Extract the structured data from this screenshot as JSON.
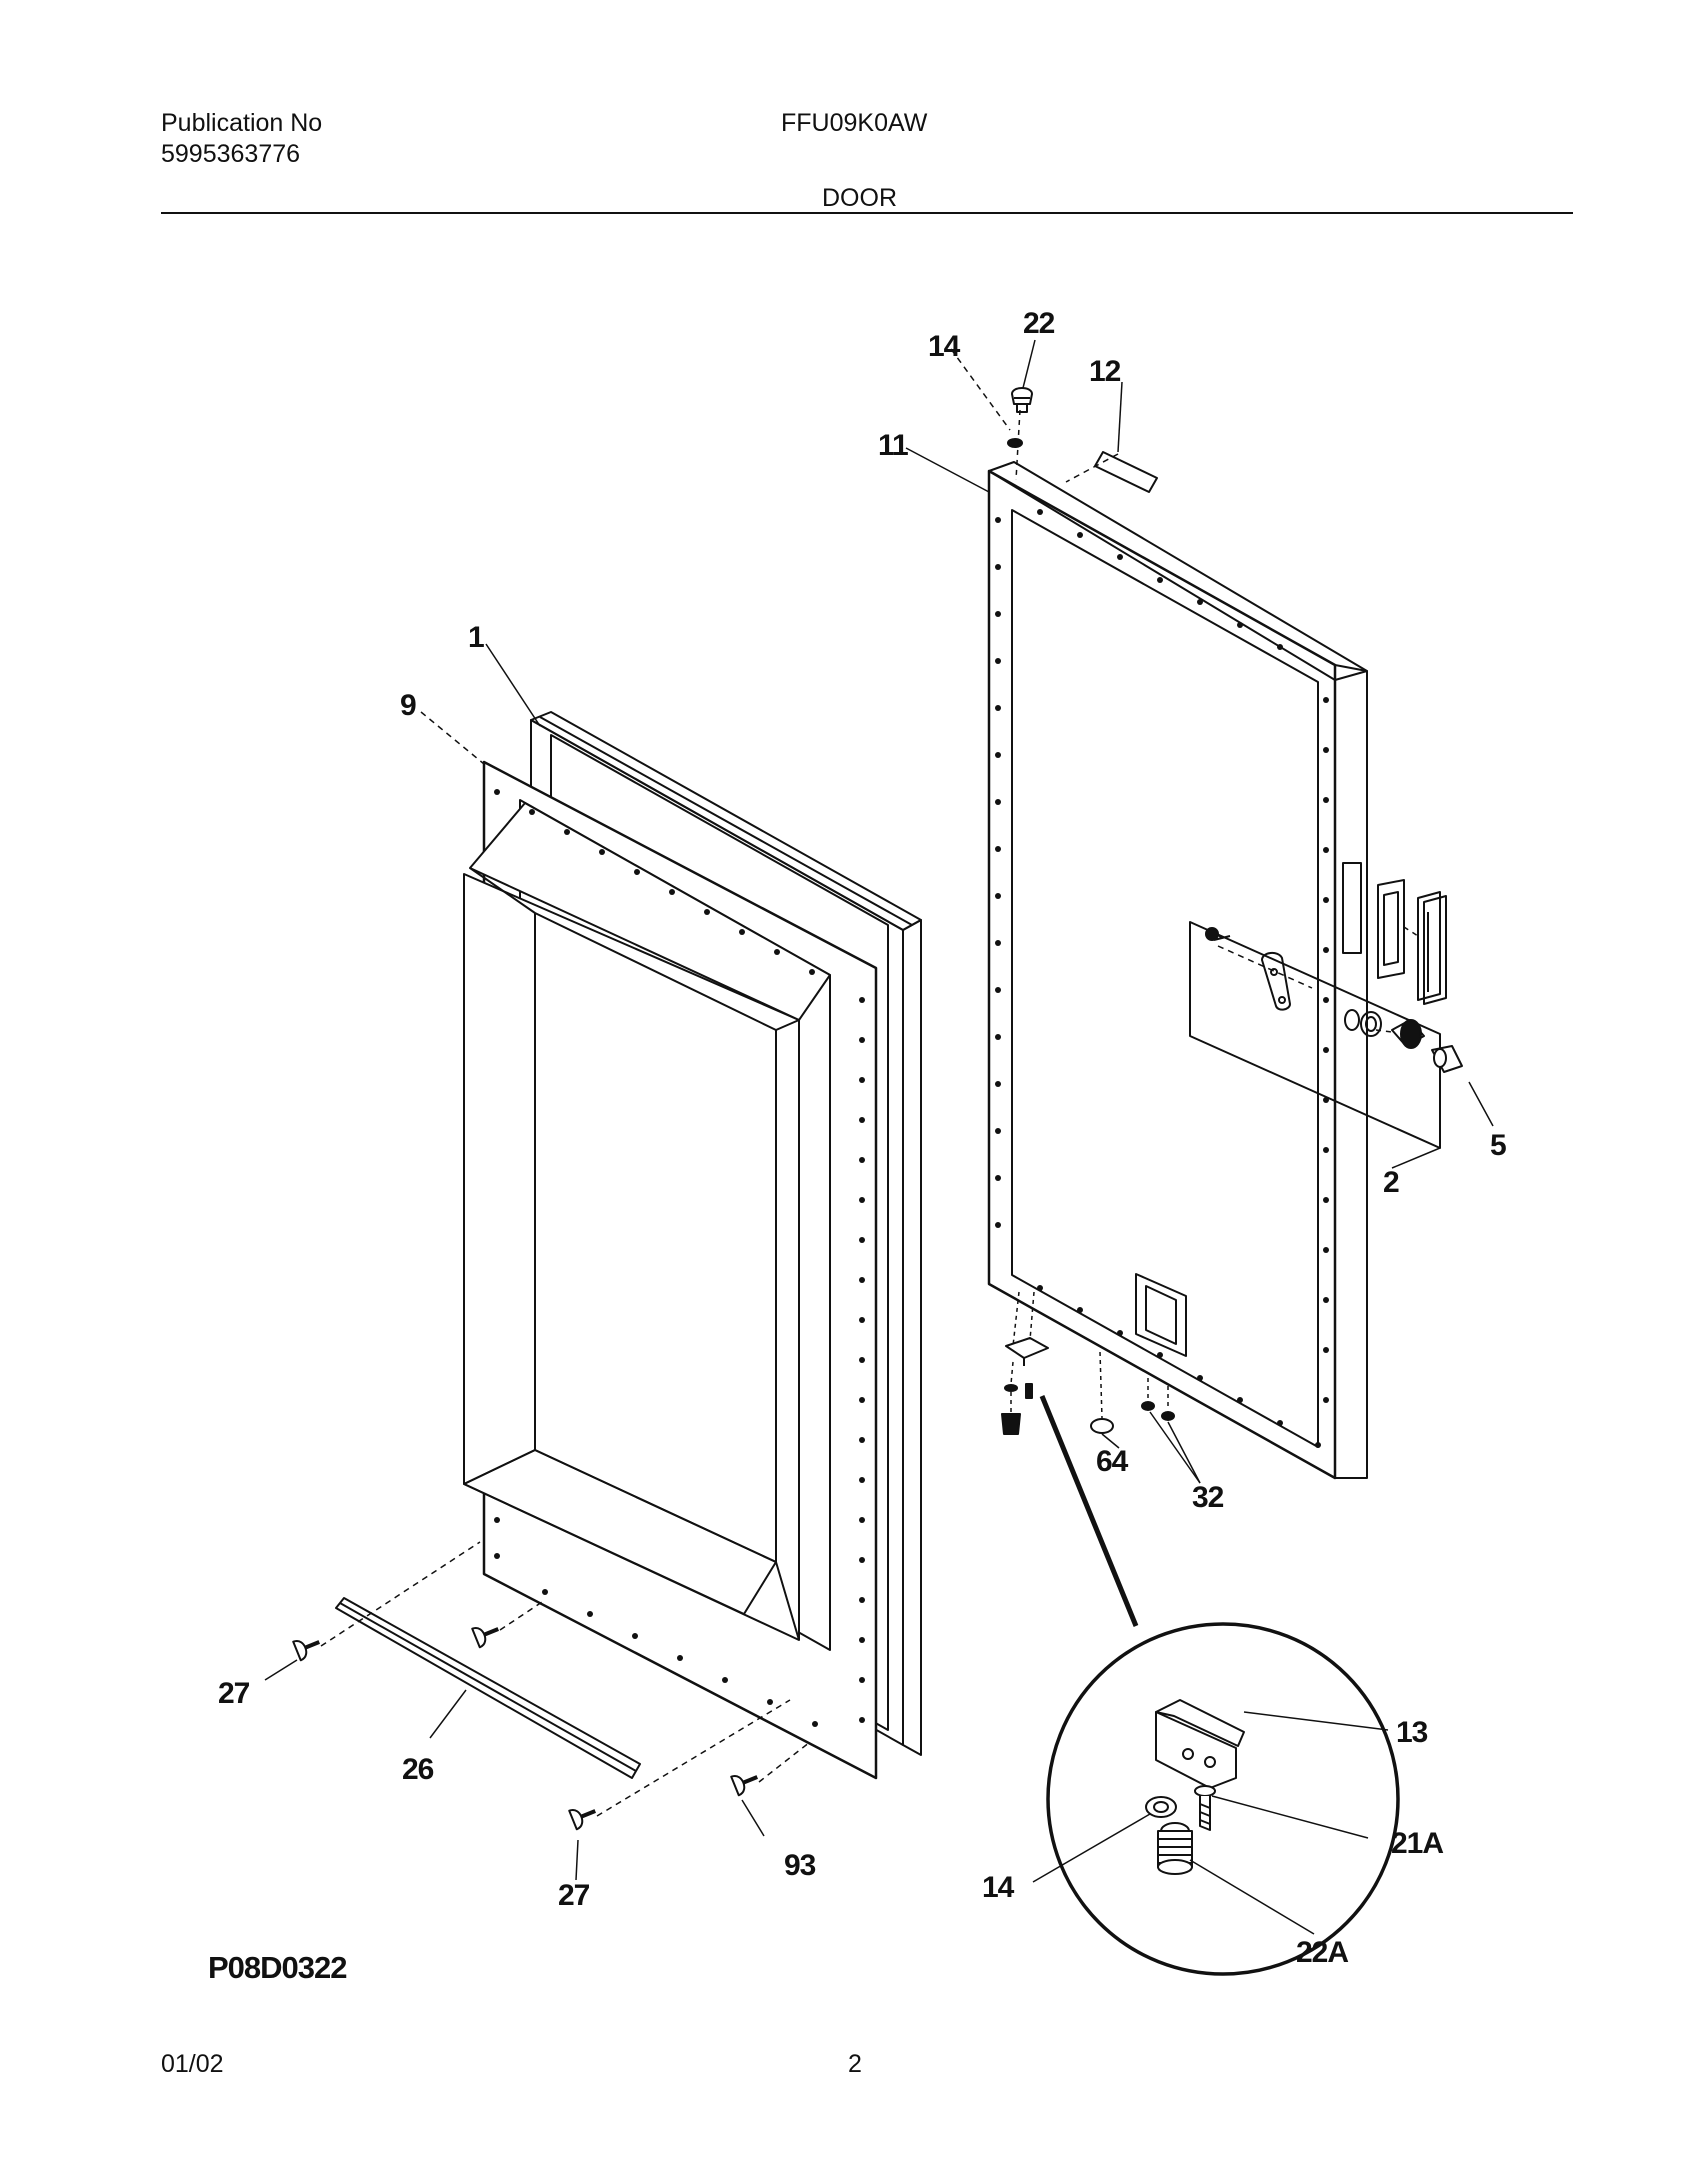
{
  "header": {
    "publication_label": "Publication No",
    "publication_number": "5995363776",
    "model": "FFU09K0AW",
    "section": "DOOR"
  },
  "diagram": {
    "drawing_code": "P08D0322",
    "callouts": {
      "c1": "1",
      "c9": "9",
      "c11": "11",
      "c12": "12",
      "c14_top": "14",
      "c22": "22",
      "c5": "5",
      "c2": "2",
      "c64": "64",
      "c32": "32",
      "c27_left": "27",
      "c26": "26",
      "c27_bottom": "27",
      "c93": "93",
      "c13": "13",
      "c14_detail": "14",
      "c21A": "21A",
      "c22A": "22A"
    }
  },
  "footer": {
    "date": "01/02",
    "page": "2"
  }
}
